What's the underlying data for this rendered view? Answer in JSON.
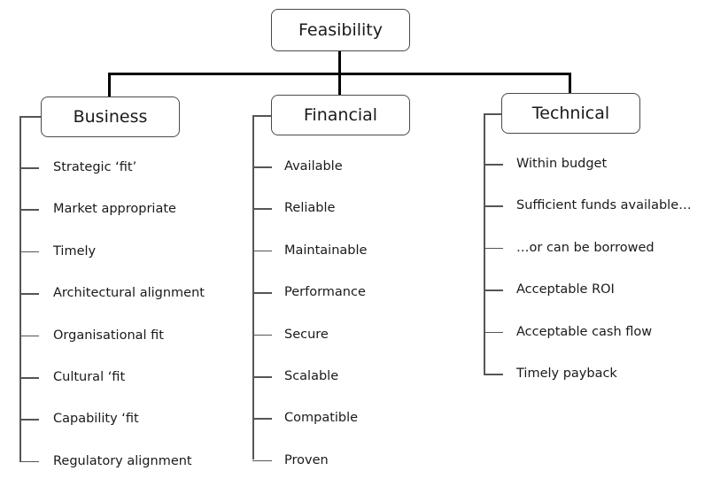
{
  "diagram": {
    "root": {
      "label": "Feasibility"
    },
    "branches": [
      {
        "id": "business",
        "label": "Business",
        "items": [
          "Strategic ‘fit’",
          "Market appropriate",
          "Timely",
          "Architectural alignment",
          "Organisational fit",
          "Cultural ‘fit",
          "Capability ‘fit",
          "Regulatory alignment"
        ]
      },
      {
        "id": "financial",
        "label": "Financial",
        "items": [
          "Available",
          "Reliable",
          "Maintainable",
          "Performance",
          "Secure",
          "Scalable",
          "Compatible",
          "Proven"
        ]
      },
      {
        "id": "technical",
        "label": "Technical",
        "items": [
          "Within budget",
          "Sufficient funds available…",
          "…or can be borrowed",
          "Acceptable ROI",
          "Acceptable cash flow",
          "Timely payback"
        ]
      }
    ]
  }
}
